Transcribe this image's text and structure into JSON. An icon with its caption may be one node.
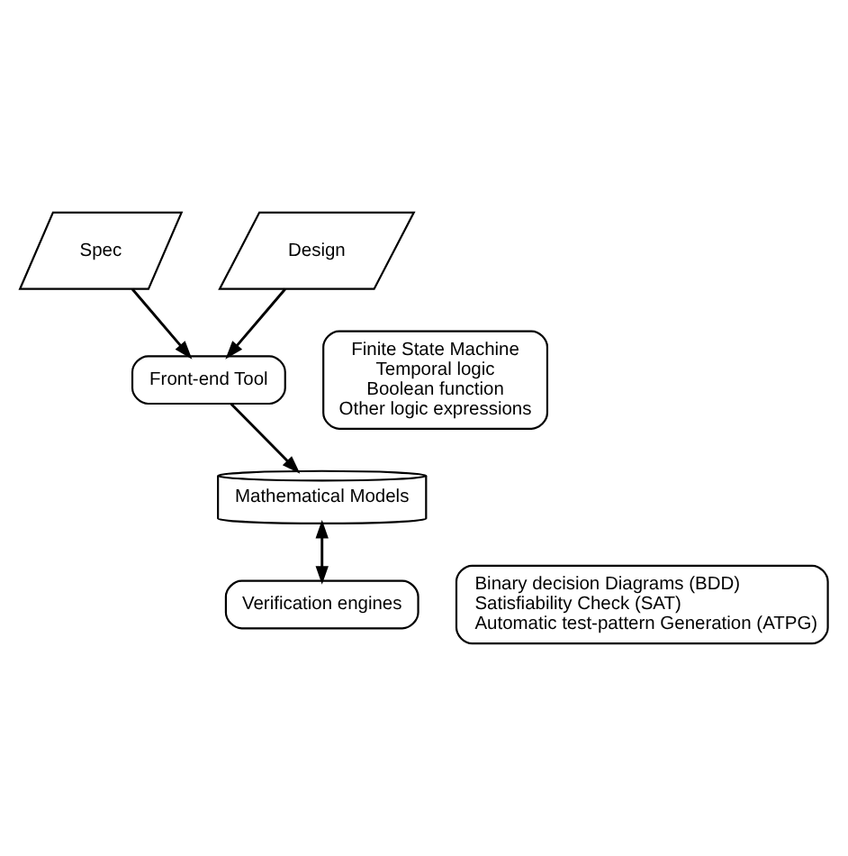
{
  "diagram": {
    "nodes": [
      {
        "text": [
          "Spec"
        ]
      },
      {
        "text": [
          "Design"
        ]
      },
      {
        "text": [
          "Front-end Tool"
        ]
      },
      {
        "text": [
          "Finite State Machine",
          "Temporal logic",
          "Boolean function",
          "Other logic expressions"
        ]
      },
      {
        "text": [
          "Mathematical Models"
        ]
      },
      {
        "text": [
          "Verification engines"
        ]
      },
      {
        "text": [
          "Binary decision Diagrams (BDD)",
          "Satisfiability Check (SAT)",
          "Automatic test-pattern Generation (ATPG)"
        ]
      }
    ],
    "edges": [
      {
        "from": 0,
        "to": 2,
        "arrow": "to"
      },
      {
        "from": 1,
        "to": 2,
        "arrow": "to"
      },
      {
        "from": 2,
        "to": 4,
        "arrow": "to"
      },
      {
        "from": 4,
        "to": 5,
        "arrow": "both"
      }
    ]
  }
}
